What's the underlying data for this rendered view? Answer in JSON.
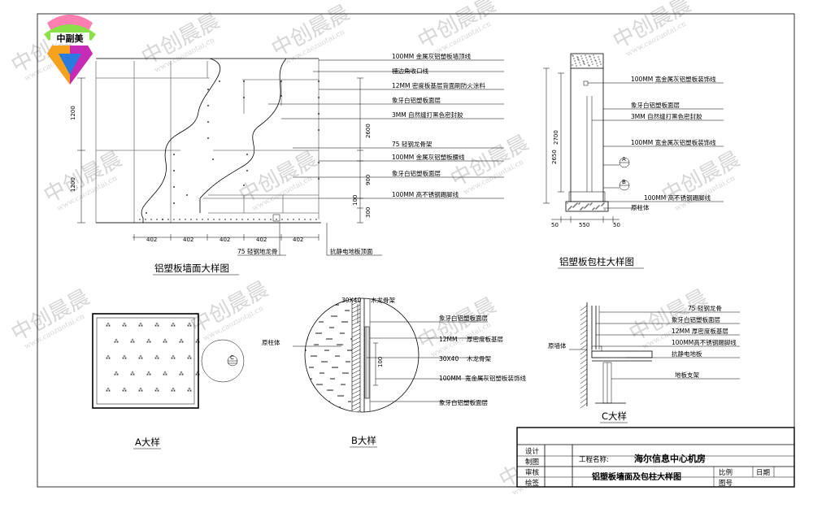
{
  "logo": {
    "text": "中副美"
  },
  "watermark": {
    "text": "中创晨晨",
    "url": "www.caozuotai.cn"
  },
  "wall_detail": {
    "title": "铝塑板墙面大样图",
    "dims_vertical": [
      "1200",
      "1200"
    ],
    "dims_horizontal": [
      "402",
      "402",
      "402",
      "402",
      "402"
    ],
    "dims_inner": [
      "2600",
      "900",
      "100",
      "300"
    ],
    "labels": [
      "100MM  金属灰铝塑板墙顶线",
      "栅边角收口线",
      "12MM  密度板基层背面刷防火涂料",
      "象牙白铝塑板面层",
      "3MM  自然缝打黑色密封胶",
      "75  轻钢龙骨架",
      "100MM  金属灰铝塑板腰线",
      "象牙白铝塑板面层",
      "100MM  高不锈钢踢脚线"
    ],
    "bottom_labels": [
      "75  轻钢地龙骨",
      "抗静电地板顶面"
    ]
  },
  "column_detail": {
    "title": "铝塑板包柱大样图",
    "labels": [
      "100MM  宽金属灰铝塑板装饰线",
      "象牙白铝塑板面层",
      "3MM  自然缝打黑色密封胶",
      "100MM  宽金属灰铝塑板装饰线",
      "100MM  高不锈钢踢脚线",
      "原柱体"
    ],
    "dims_vertical": [
      "2700",
      "2650"
    ],
    "dims_horizontal": [
      "50",
      "550",
      "50"
    ],
    "markers": [
      "A",
      "B"
    ]
  },
  "detail_a": {
    "title": "A大样",
    "marker": "C"
  },
  "detail_b": {
    "title": "B大样",
    "labels": [
      "30X40",
      "木龙骨架",
      "原柱体",
      "象牙白铝塑板面层",
      "12MM",
      "厚密度板基层",
      "30X40",
      "木龙骨架",
      "100MM",
      "宽金属灰铝塑板装饰线",
      "象牙白铝塑板面层"
    ],
    "dim": "100"
  },
  "detail_c": {
    "title": "C大样",
    "labels": [
      "75  轻钢龙骨",
      "象牙白铝塑板面层",
      "12MM  厚密度板基层",
      "100MM高不锈钢踢脚线",
      "原墙体",
      "抗静电地板",
      "地板支架"
    ]
  },
  "title_block": {
    "rows": [
      "设计",
      "制图",
      "审核",
      "绘签"
    ],
    "project_label": "工程名称:",
    "project_name": "海尔信息中心机房",
    "drawing_name": "铝塑板墙面及包柱大样图",
    "scale_label": "比例",
    "date_label": "日期",
    "number_label": "图号"
  }
}
